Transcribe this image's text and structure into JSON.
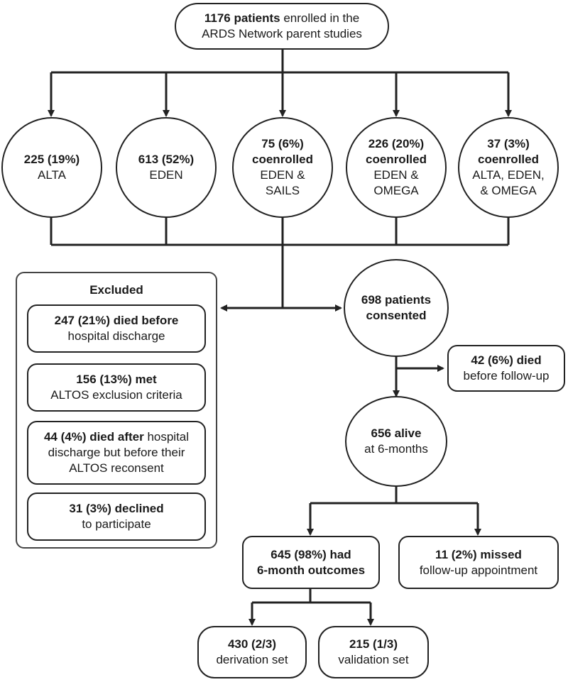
{
  "top": {
    "bold": "1176 patients",
    "rest": " enrolled in the",
    "line2": "ARDS Network parent studies"
  },
  "studies": [
    {
      "bold1": "225 (19%)",
      "bold2": "",
      "l1": "ALTA",
      "l2": "",
      "l3": ""
    },
    {
      "bold1": "613 (52%)",
      "bold2": "",
      "l1": "EDEN",
      "l2": "",
      "l3": ""
    },
    {
      "bold1": "75 (6%)",
      "bold2": "coenrolled",
      "l1": "EDEN &",
      "l2": "SAILS",
      "l3": ""
    },
    {
      "bold1": "226 (20%)",
      "bold2": "coenrolled",
      "l1": "EDEN &",
      "l2": "OMEGA",
      "l3": ""
    },
    {
      "bold1": "37 (3%)",
      "bold2": "coenrolled",
      "l1": "ALTA, EDEN,",
      "l2": "& OMEGA",
      "l3": ""
    }
  ],
  "excluded": {
    "title": "Excluded",
    "items": [
      {
        "bold": "247 (21%) died before",
        "rest": "",
        "line2": "hospital discharge",
        "line3": ""
      },
      {
        "bold": "156 (13%)  met",
        "rest": "",
        "line2": "ALTOS exclusion criteria",
        "line3": ""
      },
      {
        "bold": "44 (4%) died after",
        "rest": " hospital",
        "line2": "discharge but before their",
        "line3": "ALTOS reconsent"
      },
      {
        "bold": "31 (3%) declined",
        "rest": "",
        "line2": "to participate",
        "line3": ""
      }
    ]
  },
  "consented": {
    "l1": "698 patients",
    "l2": "consented"
  },
  "died_followup": {
    "bold": "42 (6%) died",
    "line2": "before follow-up"
  },
  "alive": {
    "bold": "656 alive",
    "line2": "at 6-months"
  },
  "outcomes": {
    "l1": "645 (98%) had",
    "l2": "6-month outcomes"
  },
  "missed": {
    "bold": "11 (2%) missed",
    "line2": "follow-up appointment"
  },
  "derivation": {
    "bold": "430 (2/3)",
    "line2": "derivation set"
  },
  "validation": {
    "bold": "215 (1/3)",
    "line2": "validation set"
  }
}
